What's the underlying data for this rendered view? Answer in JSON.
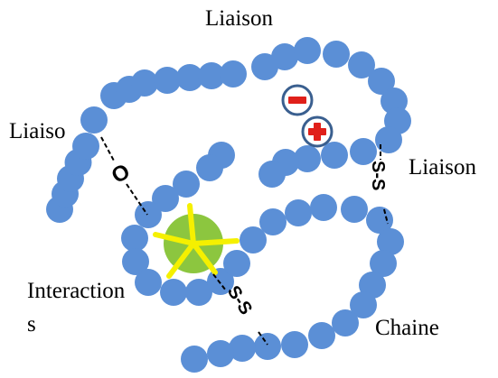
{
  "labels": {
    "liaison_top": "Liaison",
    "liaison_left": "Liaiso",
    "liaison_right": "Liaison",
    "interaction_line1": "Interaction",
    "interaction_line2": "s",
    "chaine": "Chaine"
  },
  "bond_marks": {
    "hydrogen_o": "O",
    "disulfide_right": "S-S",
    "disulfide_bottom": "S-S"
  },
  "charges": {
    "negative": "minus",
    "positive": "plus"
  },
  "colors": {
    "chain_bead": "#5b8fd6",
    "hydrophobic_core": "#8cc63f",
    "star": "#f5f000",
    "charge_negative": "#e0201a",
    "charge_positive": "#e0201a",
    "charge_ring": "#3a5f8f",
    "bond_line": "#000000"
  }
}
